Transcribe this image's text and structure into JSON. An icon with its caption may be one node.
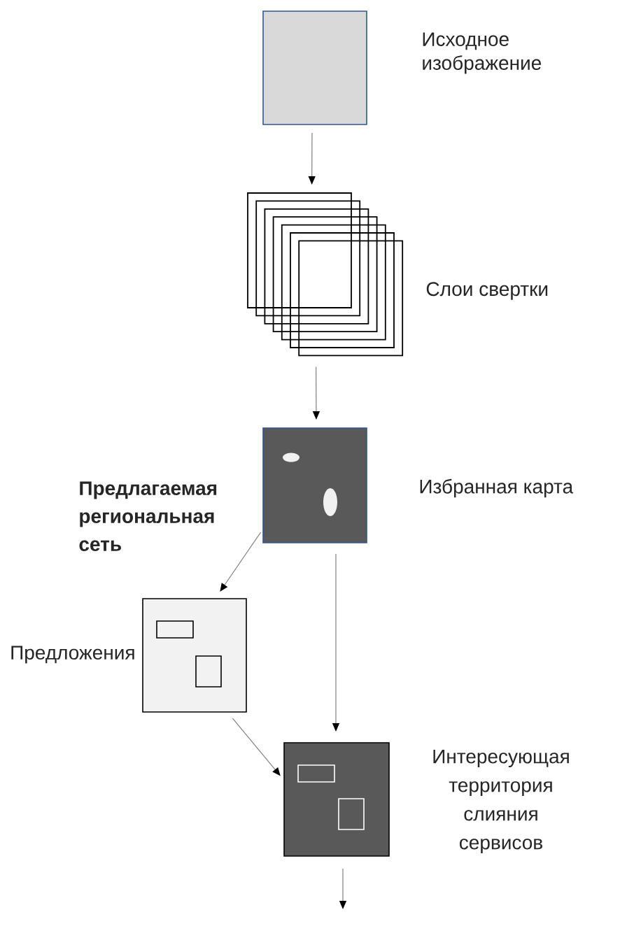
{
  "diagram": {
    "nodes": [
      {
        "text": [],
        "shape": "box",
        "beside": [
          "Исходное изображение"
        ]
      },
      {
        "text": [],
        "shape": "stack",
        "beside": [
          "Слои свертки"
        ]
      },
      {
        "text": [],
        "shape": "box",
        "beside": [
          "Избранная карта"
        ]
      },
      {
        "text": [],
        "shape": "box",
        "beside": [
          "Предложения"
        ]
      },
      {
        "text": [],
        "shape": "box",
        "beside": [
          "Интересующая территория слияния сервисов"
        ]
      }
    ],
    "edges": [
      {
        "from": 0,
        "to": 1,
        "arrow": "to"
      },
      {
        "from": 1,
        "to": 2,
        "arrow": "to"
      },
      {
        "from": 2,
        "to": 3,
        "arrow": "to",
        "label": "Предлагаемая региональная сеть"
      },
      {
        "from": 2,
        "to": 4,
        "arrow": "to"
      },
      {
        "from": 3,
        "to": 4,
        "arrow": "to"
      },
      {
        "from": 4,
        "to": null,
        "arrow": "to"
      }
    ]
  }
}
